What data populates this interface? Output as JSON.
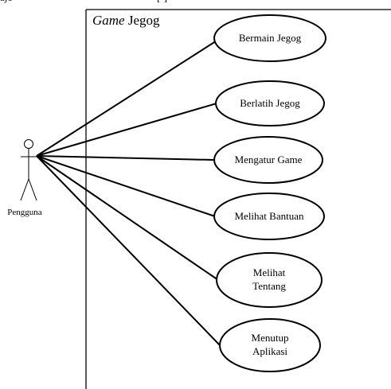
{
  "top_caption": {
    "left": "ajo",
    "right": "[-]"
  },
  "system": {
    "title_italic": "Game",
    "title_rest": "Jegog"
  },
  "actor": {
    "label": "Pengguna"
  },
  "use_cases": [
    {
      "lines": [
        "Bermain Jegog"
      ]
    },
    {
      "lines": [
        "Berlatih Jegog"
      ]
    },
    {
      "lines": [
        "Mengatur Game"
      ]
    },
    {
      "lines": [
        "Melihat Bantuan"
      ]
    },
    {
      "lines": [
        "Melihat",
        "Tentang"
      ]
    },
    {
      "lines": [
        "Menutup",
        "Aplikasi"
      ]
    }
  ]
}
